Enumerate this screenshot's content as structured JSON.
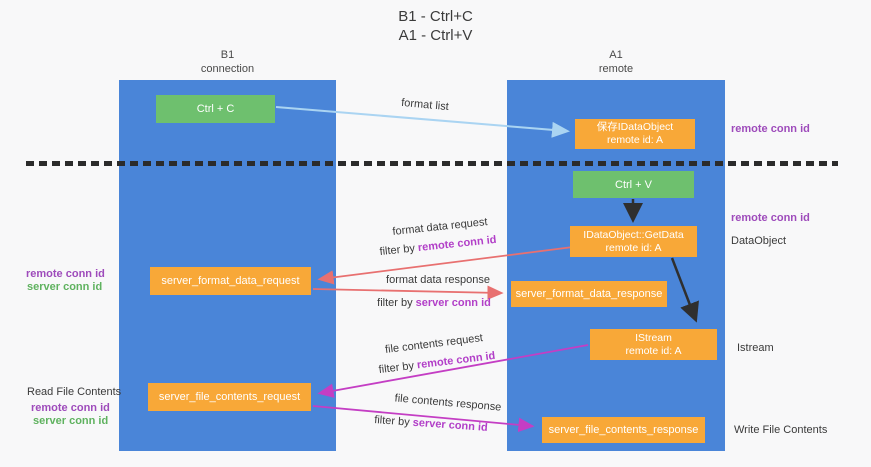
{
  "title": {
    "line1": "B1 - Ctrl+C",
    "line2": "A1 - Ctrl+V"
  },
  "columns": {
    "left": {
      "name": "B1",
      "subtitle": "connection"
    },
    "right": {
      "name": "A1",
      "subtitle": "remote"
    }
  },
  "boxes": {
    "ctrl_c": "Ctrl + C",
    "ctrl_v": "Ctrl + V",
    "save_idataobject": {
      "line1": "保存IDataObject",
      "line2": "remote id: A"
    },
    "idataobject_getdata": {
      "line1": "IDataObject::GetData",
      "line2": "remote id: A"
    },
    "istream": {
      "line1": "IStream",
      "line2": "remote id: A"
    },
    "server_format_data_request": "server_format_data_request",
    "server_format_data_response": "server_format_data_response",
    "server_file_contents_request": "server_file_contents_request",
    "server_file_contents_response": "server_file_contents_response"
  },
  "side_labels": {
    "remote_conn_id_right_top": "remote conn id",
    "remote_conn_id_right_mid": "remote conn id",
    "dataobject": "DataObject",
    "istream": "Istream",
    "write_file_contents": "Write File Contents",
    "remote_conn_id_left_top": "remote conn id",
    "server_conn_id_left_top": "server conn id",
    "read_file_contents": "Read File Contents",
    "remote_conn_id_left_bottom": "remote conn id",
    "server_conn_id_left_bottom": "server conn id"
  },
  "captions": {
    "format_list": "format list",
    "format_data_request": "format data request",
    "format_data_response": "format data response",
    "file_contents_request": "file contents request",
    "file_contents_response": "file contents response",
    "filter_by": "filter by ",
    "remote_conn_id": "remote conn id",
    "server_conn_id": "server conn id"
  },
  "colors": {
    "lane_blue": "#4a85d8",
    "box_green": "#6ec06e",
    "box_orange": "#f8a838",
    "arrow_blue": "#aad4f2",
    "arrow_red": "#e87070",
    "arrow_magenta": "#c43ec4",
    "arrow_black": "#2f2f2f",
    "label_purple": "#9e4bbb",
    "label_green": "#5fb25f"
  }
}
